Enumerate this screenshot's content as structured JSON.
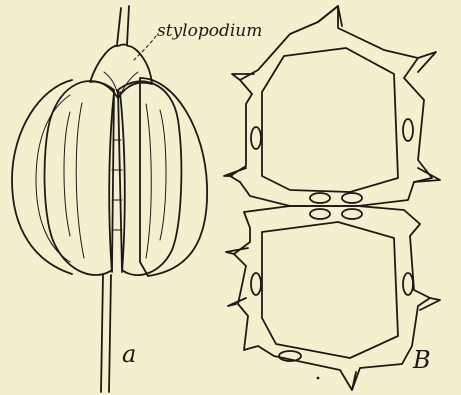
{
  "figure": {
    "labels": {
      "stylopodium": "stylopodium",
      "panel_a": "a",
      "panel_b": "B"
    }
  }
}
